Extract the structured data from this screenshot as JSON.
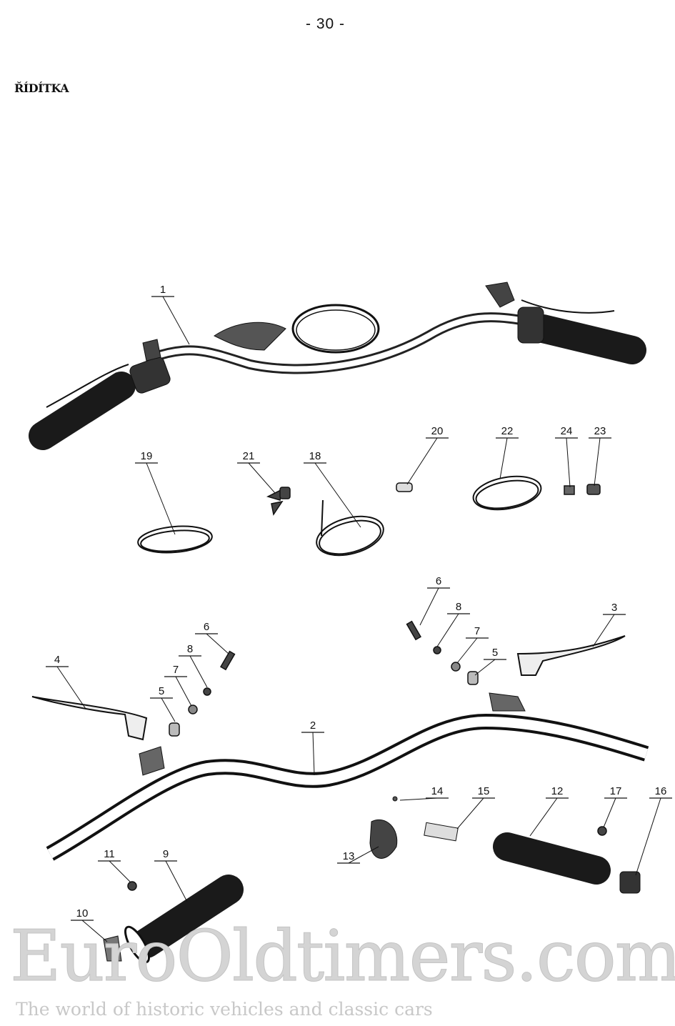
{
  "header": {
    "page_number": "- 30 -",
    "section_title": "ŘÍDÍTKA"
  },
  "callouts": [
    "1",
    "19",
    "21",
    "18",
    "20",
    "22",
    "24",
    "23",
    "6",
    "8",
    "7",
    "5",
    "3",
    "6",
    "8",
    "7",
    "5",
    "4",
    "2",
    "14",
    "15",
    "12",
    "17",
    "16",
    "13",
    "11",
    "9",
    "10"
  ],
  "watermark": {
    "brand": "EuroOldtimers.com",
    "tagline": "The world of historic vehicles and classic cars"
  }
}
